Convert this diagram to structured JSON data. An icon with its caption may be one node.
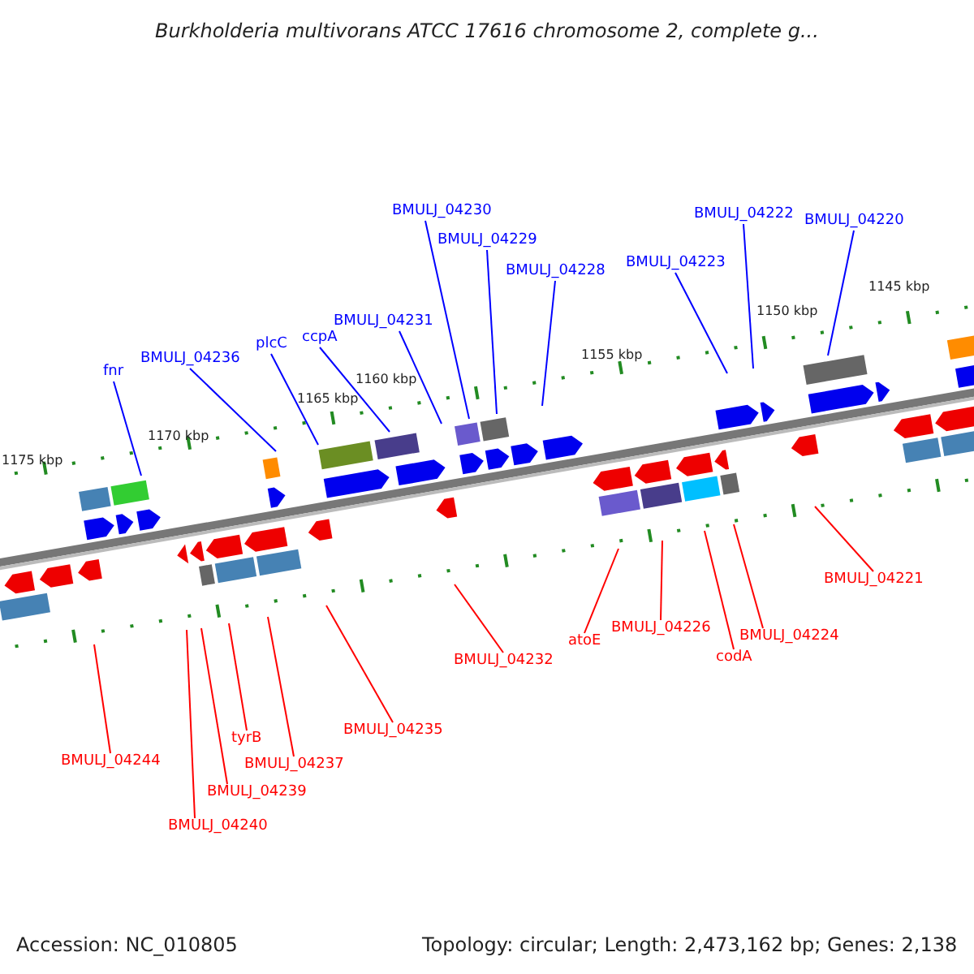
{
  "diagram": {
    "title": "Burkholderia multivorans ATCC 17616 chromosome 2, complete g...",
    "nodes": [
      {
        "text": [
          "fnr"
        ]
      },
      {
        "text": [
          "BMULJ_04236"
        ]
      },
      {
        "text": [
          "plcC"
        ]
      },
      {
        "text": [
          "ccpA"
        ]
      },
      {
        "text": [
          "BMULJ_04231"
        ]
      },
      {
        "text": [
          "BMULJ_04230"
        ]
      },
      {
        "text": [
          "BMULJ_04229"
        ]
      },
      {
        "text": [
          "BMULJ_04228"
        ]
      },
      {
        "text": [
          "BMULJ_04223"
        ]
      },
      {
        "text": [
          "BMULJ_04222"
        ]
      },
      {
        "text": [
          "BMULJ_04220"
        ]
      },
      {
        "text": [
          "BMULJ_04244"
        ]
      },
      {
        "text": [
          "BMULJ_04239"
        ]
      },
      {
        "text": [
          "BMULJ_04240"
        ]
      },
      {
        "text": [
          "tyrB"
        ]
      },
      {
        "text": [
          "BMULJ_04237"
        ]
      },
      {
        "text": [
          "BMULJ_04235"
        ]
      },
      {
        "text": [
          "BMULJ_04232"
        ]
      },
      {
        "text": [
          "atoE"
        ]
      },
      {
        "text": [
          "BMULJ_04226"
        ]
      },
      {
        "text": [
          "codA"
        ]
      },
      {
        "text": [
          "BMULJ_04224"
        ]
      },
      {
        "text": [
          "BMULJ_04221"
        ]
      }
    ],
    "edges": [
      {
        "from": 0,
        "to": null,
        "arrow": "none",
        "color": "#0000ff"
      },
      {
        "from": 1,
        "to": null,
        "arrow": "none",
        "color": "#0000ff"
      },
      {
        "from": 2,
        "to": null,
        "arrow": "none",
        "color": "#0000ff"
      },
      {
        "from": 3,
        "to": null,
        "arrow": "none",
        "color": "#0000ff"
      },
      {
        "from": 4,
        "to": null,
        "arrow": "none",
        "color": "#0000ff"
      },
      {
        "from": 5,
        "to": null,
        "arrow": "none",
        "color": "#0000ff"
      },
      {
        "from": 6,
        "to": null,
        "arrow": "none",
        "color": "#0000ff"
      },
      {
        "from": 7,
        "to": null,
        "arrow": "none",
        "color": "#0000ff"
      },
      {
        "from": 8,
        "to": null,
        "arrow": "none",
        "color": "#0000ff"
      },
      {
        "from": 9,
        "to": null,
        "arrow": "none",
        "color": "#0000ff"
      },
      {
        "from": 10,
        "to": null,
        "arrow": "none",
        "color": "#0000ff"
      },
      {
        "from": 11,
        "to": null,
        "arrow": "none"
      },
      {
        "from": 12,
        "to": null,
        "arrow": "none"
      },
      {
        "from": 13,
        "to": null,
        "arrow": "none"
      },
      {
        "from": 14,
        "to": null,
        "arrow": "none"
      },
      {
        "from": 15,
        "to": null,
        "arrow": "none"
      },
      {
        "from": 16,
        "to": null,
        "arrow": "none"
      },
      {
        "from": 17,
        "to": null,
        "arrow": "none"
      },
      {
        "from": 18,
        "to": null,
        "arrow": "none"
      },
      {
        "from": 19,
        "to": null,
        "arrow": "none"
      },
      {
        "from": 20,
        "to": null,
        "arrow": "none"
      },
      {
        "from": 21,
        "to": null,
        "arrow": "none"
      },
      {
        "from": 22,
        "to": null,
        "arrow": "none"
      }
    ],
    "labels": [
      "1175 kbp",
      "1170 kbp",
      "1165 kbp",
      "1160 kbp",
      "1155 kbp",
      "1150 kbp",
      "1145 kbp",
      "Accession: NC_010805",
      "Topology: circular; Length: 2,473,162 bp; Genes: 2,138"
    ]
  }
}
